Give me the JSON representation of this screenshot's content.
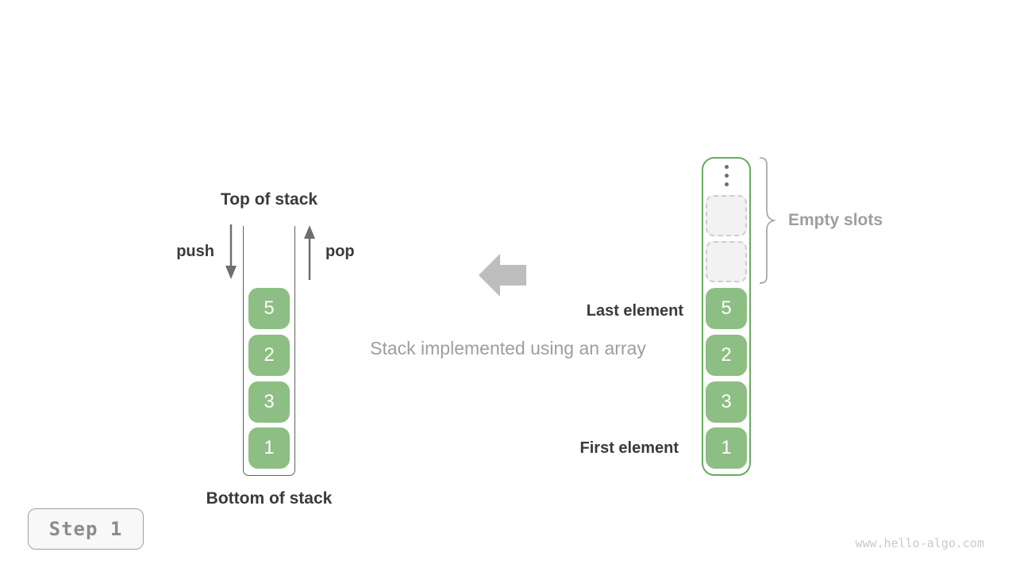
{
  "colors": {
    "cell_green": "#8dbe83",
    "array_border_green": "#67ab5e",
    "dark_text": "#3a3a3a",
    "gray_text": "#9e9e9e",
    "block_arrow_gray": "#bdbdbd",
    "empty_slot_fill": "#f2f2f2",
    "empty_slot_border": "#cdcdcd"
  },
  "left_stack": {
    "top_label": "Top of stack",
    "bottom_label": "Bottom of stack",
    "push_label": "push",
    "pop_label": "pop",
    "cells": [
      "5",
      "2",
      "3",
      "1"
    ]
  },
  "caption": "Stack implemented using an array",
  "right_array": {
    "empty_slots_label": "Empty slots",
    "last_element_label": "Last element",
    "first_element_label": "First element",
    "cells": [
      "5",
      "2",
      "3",
      "1"
    ]
  },
  "footer": {
    "step_label": "Step 1",
    "watermark": "www.hello-algo.com"
  }
}
